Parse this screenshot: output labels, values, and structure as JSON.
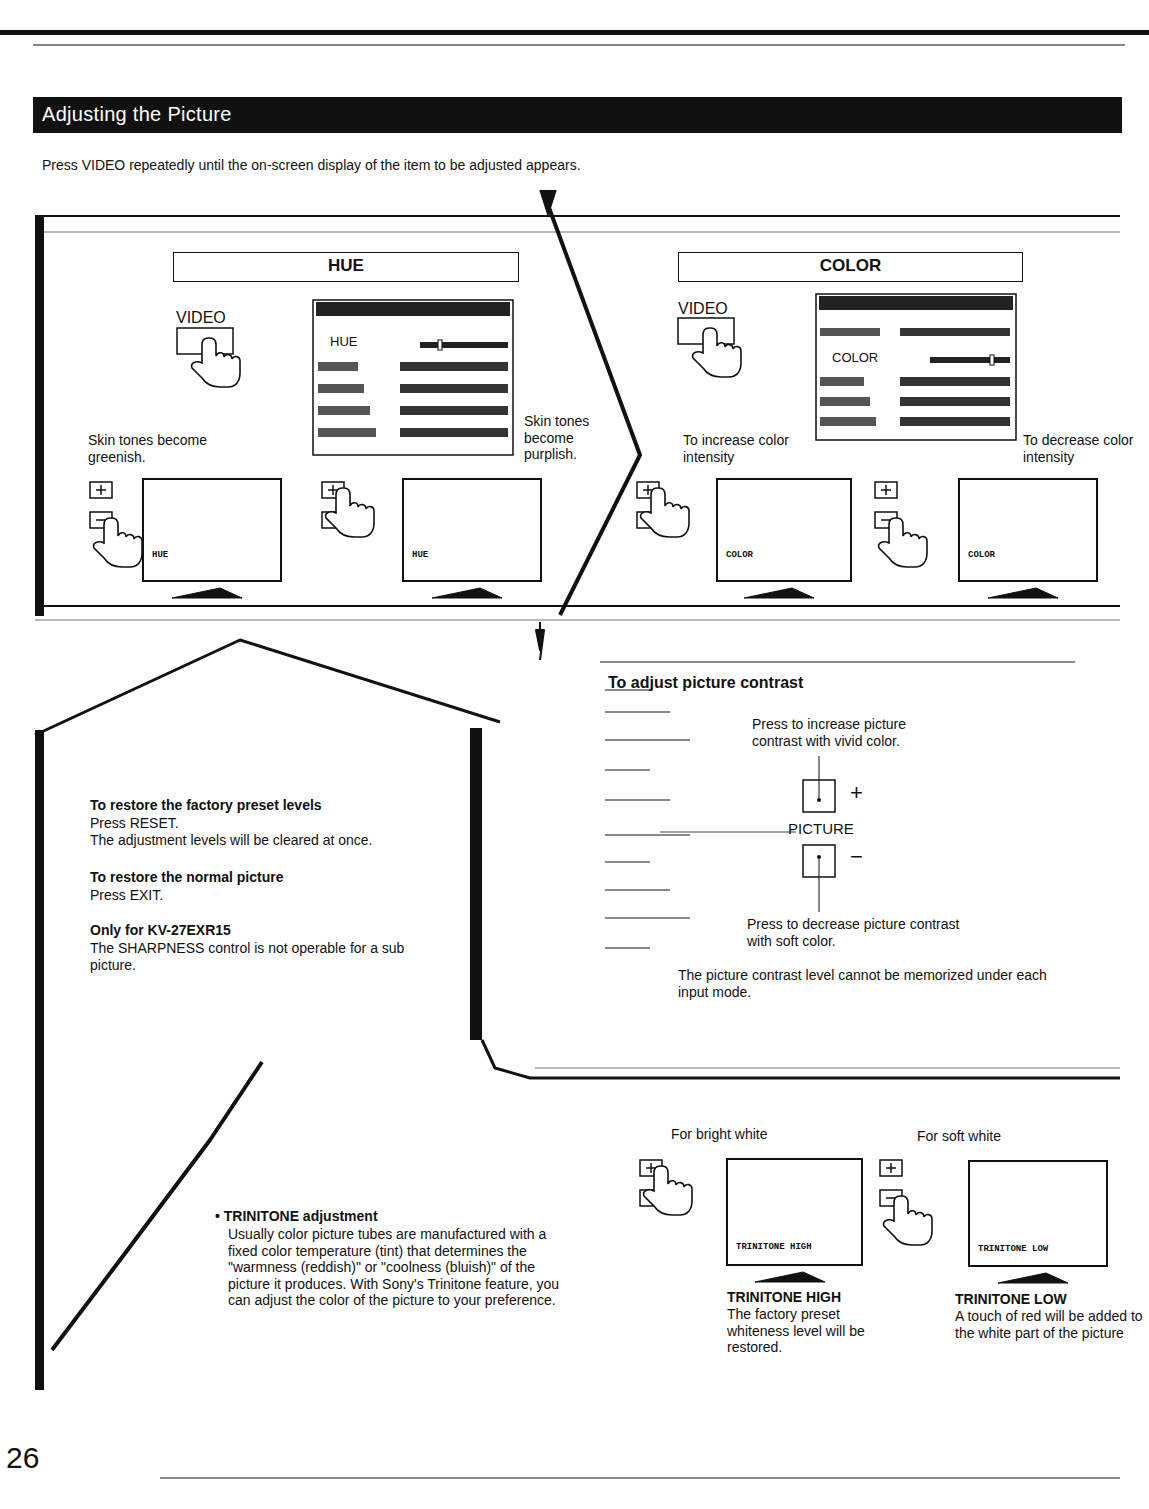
{
  "diagram": {
    "title": "Adjusting the Picture",
    "nodes": [
      {
        "text": [
          "HUE"
        ]
      },
      {
        "text": [
          "COLOR"
        ]
      },
      {
        "text": [
          "HUE"
        ]
      },
      {
        "text": [
          "HUE"
        ]
      },
      {
        "text": [
          "COLOR"
        ]
      },
      {
        "text": [
          "COLOR"
        ]
      },
      {
        "text": [
          "TRINITONE HIGH"
        ]
      },
      {
        "text": [
          "TRINITONE LOW"
        ]
      }
    ],
    "labels": [
      "Press VIDEO repeatedly until the on-screen display of the item to be adjusted appears.",
      "VIDEO",
      "HUE",
      "Skin tones become greenish.",
      "Skin tones become purplish.",
      "VIDEO",
      "COLOR",
      "To increase color intensity",
      "To decrease color intensity",
      "To adjust picture contrast",
      "Press to increase picture contrast with vivid color.",
      "+",
      "PICTURE",
      "−",
      "Press to decrease picture contrast with soft color.",
      "The picture contrast level cannot be memorized under each input mode.",
      "To restore the factory preset levels",
      "Press RESET.",
      "The adjustment levels will be cleared at once.",
      "To restore the normal picture",
      "Press EXIT.",
      "Only for KV-27EXR15",
      "The SHARPNESS control is not operable for a sub picture.",
      "• TRINITONE adjustment",
      "Usually color picture tubes are manufactured with a fixed color temperature (tint) that determines the \"warmness (reddish)\" or \"coolness (bluish)\" of the picture it produces. With Sony's Trinitone feature, you can adjust the color of the picture to your preference.",
      "For bright white",
      "For soft white",
      "TRINITONE HIGH",
      "The factory preset whiteness level will be restored.",
      "TRINITONE LOW",
      "A touch of red will be added to the white part of the picture",
      "26"
    ]
  }
}
